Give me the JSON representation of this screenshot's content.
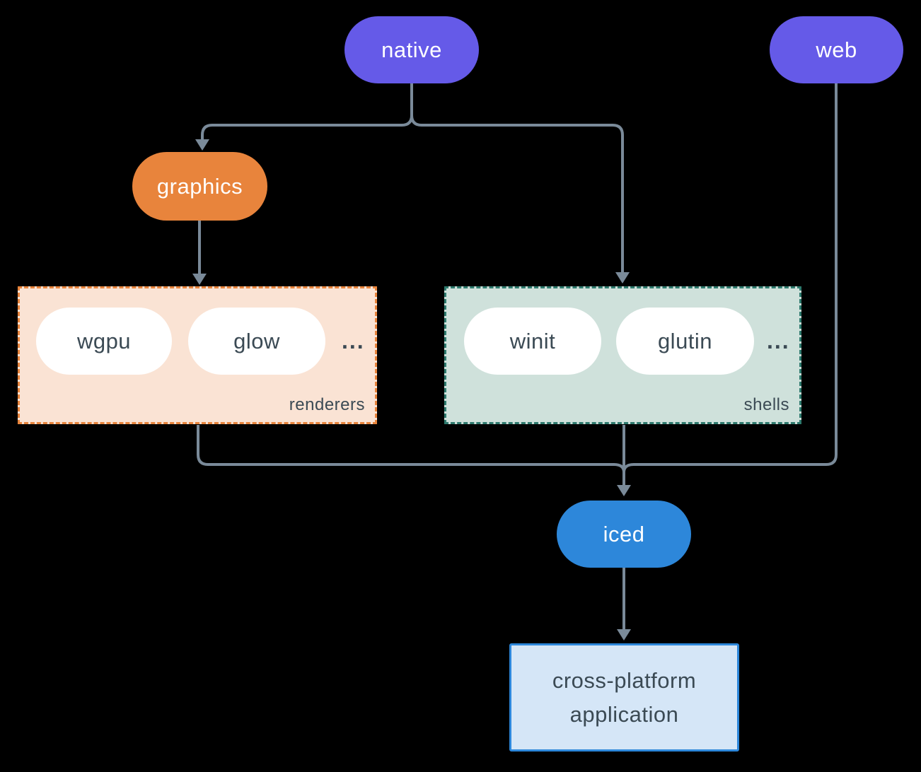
{
  "diagram": {
    "nodes": {
      "native": {
        "label": "native"
      },
      "web": {
        "label": "web"
      },
      "graphics": {
        "label": "graphics"
      },
      "wgpu": {
        "label": "wgpu"
      },
      "glow": {
        "label": "glow"
      },
      "winit": {
        "label": "winit"
      },
      "glutin": {
        "label": "glutin"
      },
      "iced": {
        "label": "iced"
      },
      "app": {
        "line1": "cross-platform",
        "line2": "application"
      }
    },
    "groups": {
      "renderers": {
        "label": "renderers",
        "ellipsis": "..."
      },
      "shells": {
        "label": "shells",
        "ellipsis": "..."
      }
    }
  },
  "colors": {
    "background": "#000000",
    "purple": "#655AE8",
    "orange": "#E8843C",
    "blue": "#2D87DA",
    "node_bg": "#FFFFFF",
    "renderers_bg": "#FAE3D4",
    "renderers_border": "#E8843C",
    "shells_bg": "#CFE1DB",
    "shells_border": "#2E7A6E",
    "app_bg": "#D5E6F7",
    "app_border": "#2D87DA",
    "connector": "#7A8A99",
    "ink": "#3B4A54",
    "pill_text": "#FFFFFF"
  }
}
